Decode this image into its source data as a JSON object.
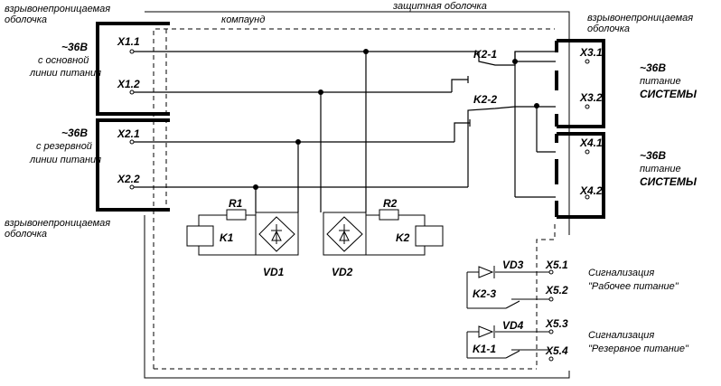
{
  "labels": {
    "flameproof_top_left": [
      "взрывонепроницаемая",
      "оболочка"
    ],
    "compound": "компаунд",
    "protective_shell": "защитная оболочка",
    "flameproof_top_right": [
      "взрывонепроницаемая",
      "оболочка"
    ],
    "flameproof_bottom_left": [
      "взрывонепроницаемая",
      "оболочка"
    ]
  },
  "inputs": {
    "main": [
      "~36В",
      "с основной",
      "линии питания"
    ],
    "reserve": [
      "~36В",
      "с резервной",
      "линии питания"
    ]
  },
  "outputs": {
    "system1": [
      "~36В",
      "питание",
      "СИСТЕМЫ"
    ],
    "system2": [
      "~36В",
      "питание",
      "СИСТЕМЫ"
    ]
  },
  "terminals": {
    "x11": "X1.1",
    "x12": "X1.2",
    "x21": "X2.1",
    "x22": "X2.2",
    "x31": "X3.1",
    "x32": "X3.2",
    "x41": "X4.1",
    "x42": "X4.2",
    "x51": "X5.1",
    "x52": "X5.2",
    "x53": "X5.3",
    "x54": "X5.4"
  },
  "components": {
    "k21": "K2-1",
    "k22": "K2-2",
    "k23": "K2-3",
    "k11": "K1-1",
    "r1": "R1",
    "r2": "R2",
    "k1": "K1",
    "k2": "K2",
    "vd1": "VD1",
    "vd2": "VD2",
    "vd3": "VD3",
    "vd4": "VD4"
  },
  "signals": {
    "working": [
      "Сигнализация",
      "\"Рабочее питание\""
    ],
    "reserve": [
      "Сигнализация",
      "\"Резервное питание\""
    ]
  }
}
